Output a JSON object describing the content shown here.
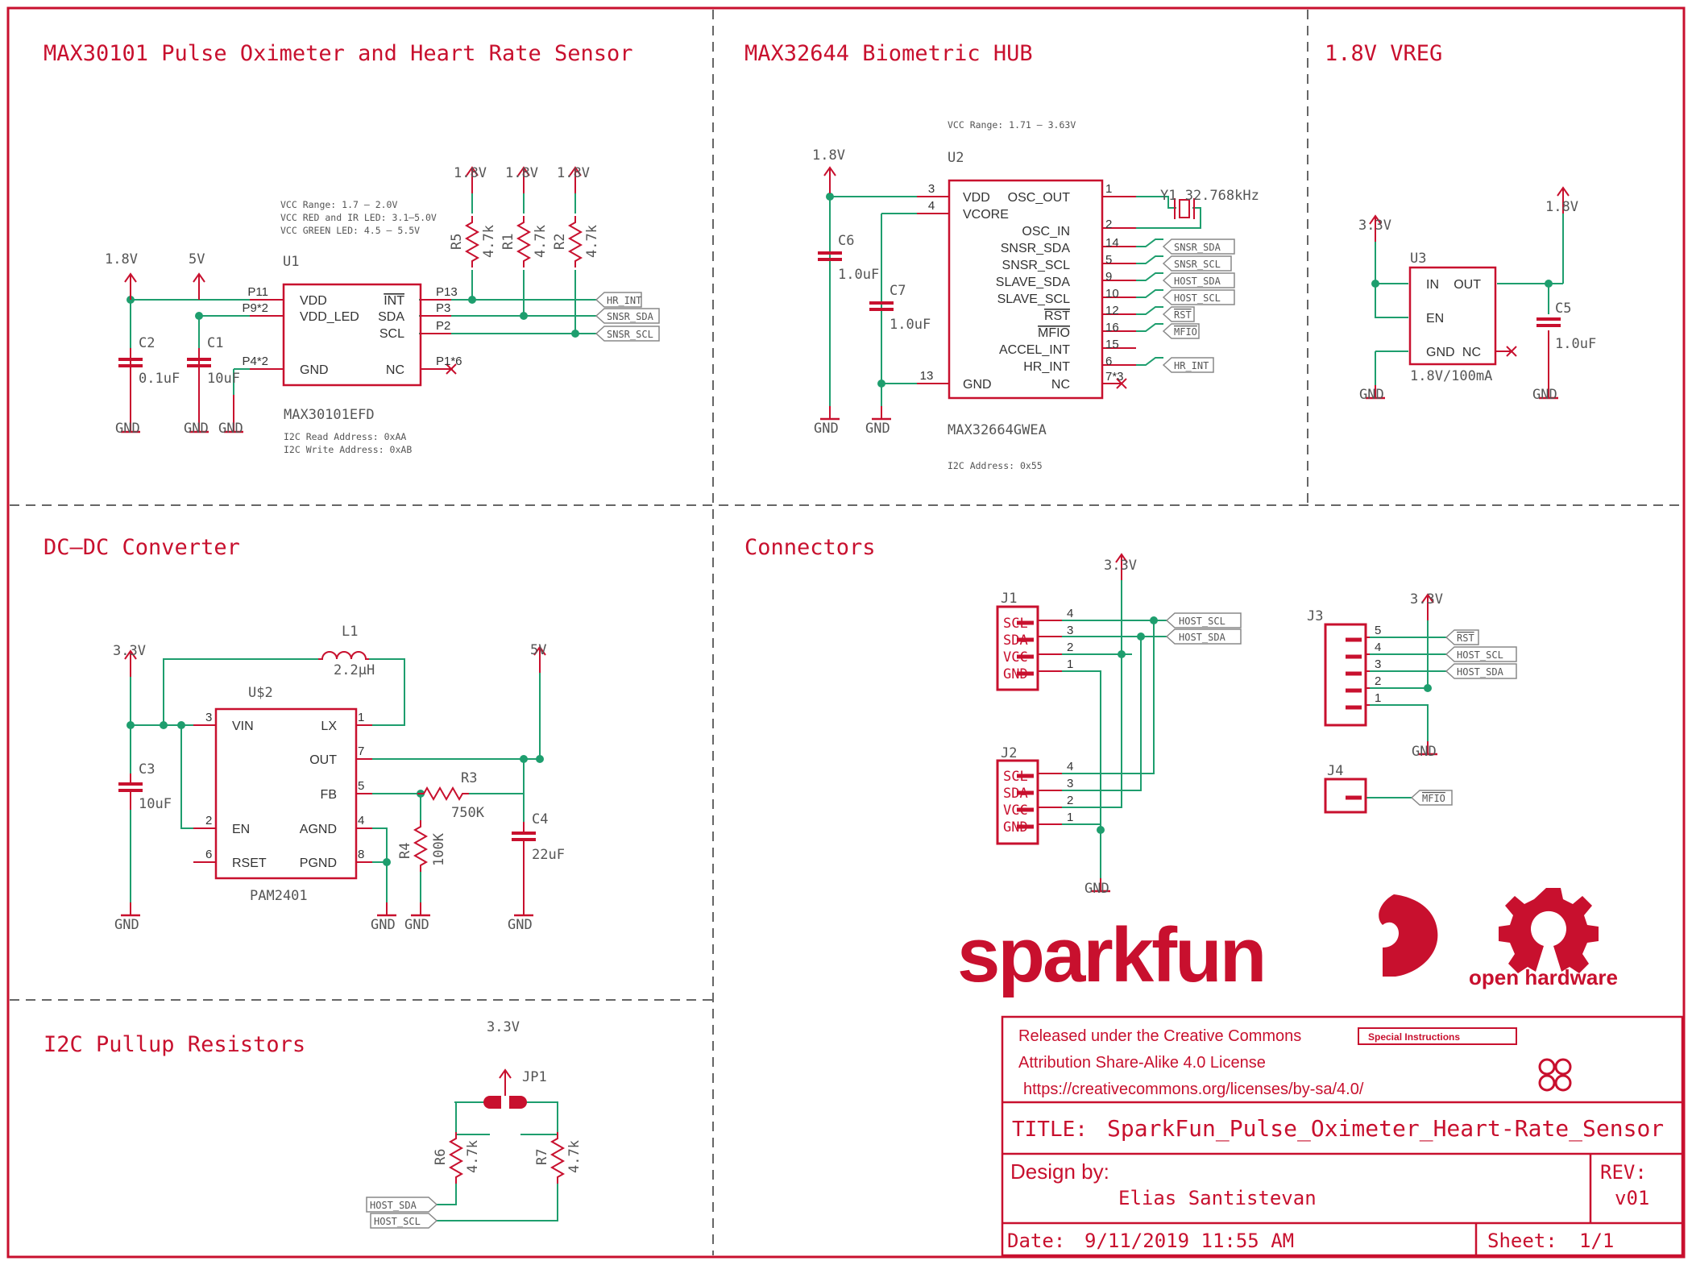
{
  "sections": {
    "max30101": "MAX30101 Pulse Oximeter and Heart Rate Sensor",
    "max32644": "MAX32644 Biometric HUB",
    "vreg": "1.8V VREG",
    "dcdc": "DC–DC Converter",
    "connectors": "Connectors",
    "i2c": "I2C Pullup Resistors"
  },
  "common": {
    "gnd": "GND",
    "v18": "1.8V",
    "v33": "3.3V",
    "v5": "5V"
  },
  "u1": {
    "ref": "U1",
    "part": "MAX30101EFD",
    "notes": [
      "VCC Range: 1.7 – 2.0V",
      "VCC RED and IR LED: 3.1–5.0V",
      "VCC GREEN LED: 4.5 – 5.5V"
    ],
    "addr": [
      "I2C Read Address: 0xAA",
      "I2C Write Address: 0xAB"
    ],
    "pins_left": [
      "VDD",
      "VDD_LED",
      "GND"
    ],
    "pins_right": [
      "INT",
      "SDA",
      "SCL",
      "NC"
    ],
    "pads_left": [
      "P11",
      "P9*2",
      "P4*2"
    ],
    "pads_right": [
      "P13",
      "P3",
      "P2",
      "P1*6"
    ],
    "nets": [
      "HR_INT",
      "SNSR_SDA",
      "SNSR_SCL"
    ]
  },
  "u1_parts": {
    "c2": "C2",
    "c2v": "0.1uF",
    "c1": "C1",
    "c1v": "10uF",
    "r5": "R5",
    "r1": "R1",
    "r2": "R2",
    "rv": "4.7k"
  },
  "u2": {
    "ref": "U2",
    "part": "MAX32664GWEA",
    "note": "VCC Range: 1.71 – 3.63V",
    "addr": "I2C Address: 0x55",
    "pins_left": [
      "VDD",
      "VCORE",
      "GND"
    ],
    "pins_right": [
      "OSC_OUT",
      "OSC_IN",
      "SNSR_SDA",
      "SNSR_SCL",
      "SLAVE_SDA",
      "SLAVE_SCL",
      "RST",
      "MFIO",
      "ACCEL_INT",
      "HR_INT",
      "NC"
    ],
    "nums_left": [
      "3",
      "4",
      "13"
    ],
    "nums_right": [
      "1",
      "2",
      "14",
      "5",
      "9",
      "10",
      "12",
      "16",
      "15",
      "6",
      "7*3"
    ],
    "nets": [
      "SNSR_SDA",
      "SNSR_SCL",
      "HOST_SDA",
      "HOST_SCL",
      "RST",
      "MFIO",
      "HR_INT"
    ],
    "crystal": "Y1 32.768kHz",
    "c6": "C6",
    "c6v": "1.0uF",
    "c7": "C7",
    "c7v": "1.0uF"
  },
  "u3": {
    "ref": "U3",
    "pins": [
      "IN",
      "OUT",
      "EN",
      "GND",
      "NC"
    ],
    "value": "1.8V/100mA",
    "c5": "C5",
    "c5v": "1.0uF"
  },
  "dcdc": {
    "l1": "L1",
    "l1v": "2.2µH",
    "ref": "U$2",
    "part": "PAM2401",
    "pins_left": [
      "VIN",
      "EN",
      "RSET"
    ],
    "pins_right": [
      "LX",
      "OUT",
      "FB",
      "AGND",
      "PGND"
    ],
    "nums_left": [
      "3",
      "2",
      "6"
    ],
    "nums_right": [
      "1",
      "7",
      "5",
      "4",
      "8"
    ],
    "c3": "C3",
    "c3v": "10uF",
    "r3": "R3",
    "r3v": "750K",
    "r4": "R4",
    "r4v": "100K",
    "c4": "C4",
    "c4v": "22uF"
  },
  "connectors": {
    "j1": "J1",
    "j2": "J2",
    "j3": "J3",
    "j4": "J4",
    "labels": [
      "SCL",
      "SDA",
      "VCC",
      "GND"
    ],
    "nums": [
      "4",
      "3",
      "2",
      "1"
    ],
    "j3nums": [
      "5",
      "4",
      "3",
      "2",
      "1"
    ],
    "nets": [
      "HOST_SCL",
      "HOST_SDA",
      "RST",
      "MFIO"
    ]
  },
  "i2c": {
    "jp1": "JP1",
    "r6": "R6",
    "r7": "R7",
    "rv": "4.7k",
    "nets": [
      "HOST_SDA",
      "HOST_SCL"
    ]
  },
  "branding": {
    "logo": "sparkfun",
    "oshw": "open hardware"
  },
  "titleblock": {
    "license": [
      "Released under the Creative Commons",
      "Attribution Share-Alike 4.0 License",
      "https://creativecommons.org/licenses/by-sa/4.0/"
    ],
    "special": "Special Instructions",
    "title_label": "TITLE:",
    "title": "SparkFun_Pulse_Oximeter_Heart-Rate_Sensor",
    "design_label": "Design by:",
    "designer": "Elias Santistevan",
    "rev_label": "REV:",
    "rev": "v01",
    "date_label": "Date:",
    "date": "9/11/2019 11:55 AM",
    "sheet_label": "Sheet:",
    "sheet": "1/1"
  },
  "colors": {
    "part": "#c8102e",
    "wire": "#1e9e6e",
    "text": "#555555"
  }
}
